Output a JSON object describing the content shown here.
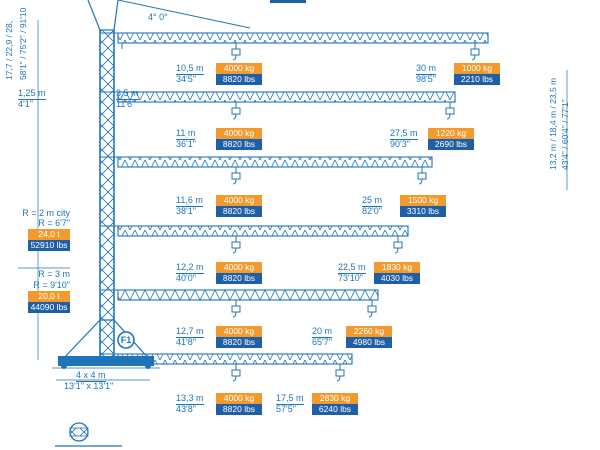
{
  "top": {
    "mast_heights": "17,7 / 22,9 / 28,",
    "mast_heights_ft": "58'1\" / 75'2\" / 91'10",
    "jib_angle": "4°  0°"
  },
  "jib_configs": [
    {
      "outer_m": "30 m",
      "outer_ft": "98'5\"",
      "outer_kg": "1000 kg",
      "outer_lbs": "2210 lbs",
      "inner_m": "10,5 m",
      "inner_ft": "34'5\"",
      "inner_kg": "4000 kg",
      "inner_lbs": "8820 lbs"
    },
    {
      "outer_m": "27,5 m",
      "outer_ft": "90'3\"",
      "outer_kg": "1220 kg",
      "outer_lbs": "2690 lbs",
      "inner_m": "11 m",
      "inner_ft": "36'1\"",
      "inner_kg": "4000 kg",
      "inner_lbs": "8820 lbs"
    },
    {
      "outer_m": "25 m",
      "outer_ft": "82'0\"",
      "outer_kg": "1500 kg",
      "outer_lbs": "3310 lbs",
      "inner_m": "11,6 m",
      "inner_ft": "38'1\"",
      "inner_kg": "4000 kg",
      "inner_lbs": "8820 lbs"
    },
    {
      "outer_m": "22,5 m",
      "outer_ft": "73'10\"",
      "outer_kg": "1830 kg",
      "outer_lbs": "4030 lbs",
      "inner_m": "12,2 m",
      "inner_ft": "40'0\"",
      "inner_kg": "4000 kg",
      "inner_lbs": "8820 lbs"
    },
    {
      "outer_m": "20 m",
      "outer_ft": "65'7\"",
      "outer_kg": "2260 kg",
      "outer_lbs": "4980 lbs",
      "inner_m": "12,7 m",
      "inner_ft": "41'8\"",
      "inner_kg": "4000 kg",
      "inner_lbs": "8820 lbs"
    },
    {
      "outer_m": "17,5 m",
      "outer_ft": "57'5\"",
      "outer_kg": "2830 kg",
      "outer_lbs": "6240 lbs",
      "inner_m": "13,3 m",
      "inner_ft": "43'8\"",
      "inner_kg": "4000 kg",
      "inner_lbs": "8820 lbs"
    }
  ],
  "left": {
    "offset_m": "1,25 m",
    "offset_ft": "4'1\"",
    "counterjib_m": "3,5 m",
    "counterjib_ft": "11'6\"",
    "ballast1_r_m": "R = 2 m city",
    "ballast1_r_ft": "R = 6'7\"",
    "ballast1_t": "24,0 t",
    "ballast1_lbs": "52910 lbs",
    "ballast2_r_m": "R = 3 m",
    "ballast2_r_ft": "R = 9'10\"",
    "ballast2_t": "20,0 t",
    "ballast2_lbs": "44090 lbs",
    "base_m": "4 x 4 m",
    "base_ft": "13'1\" x 13'1\"",
    "mast_badge": "F1"
  },
  "right": {
    "heights_m": "13,2 m / 18,4 m / 23,5 m",
    "heights_ft": "43'4\" / 60'4\" / 77'1\""
  },
  "colors": {
    "accent": "#1f74b8",
    "orange": "#f29a2e",
    "navy": "#1f5fa8"
  }
}
